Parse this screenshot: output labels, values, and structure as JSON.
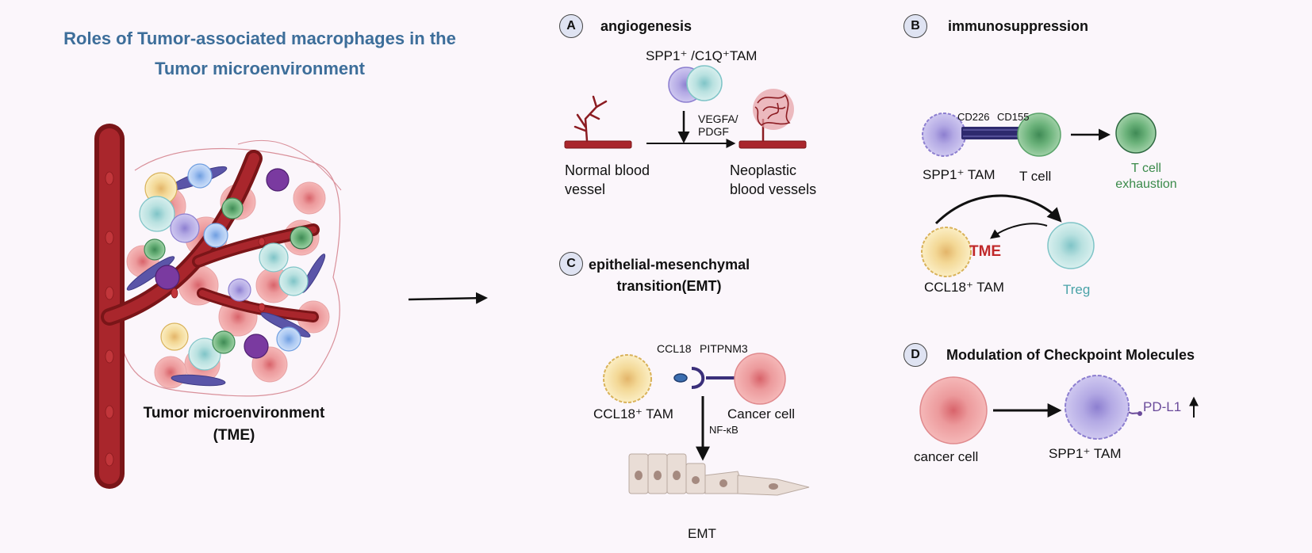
{
  "title_line1": "Roles of Tumor-associated macrophages in the",
  "title_line2": "Tumor microenvironment",
  "tme_label_line1": "Tumor microenvironment",
  "tme_label_line2": "(TME)",
  "panel_a": {
    "badge": "A",
    "header": "angiogenesis",
    "tam_label": "SPP1⁺ /C1Q⁺TAM",
    "factor_line1": "VEGFA/",
    "factor_line2": "PDGF",
    "normal_line1": "Normal blood",
    "normal_line2": "vessel",
    "neo_line1": "Neoplastic",
    "neo_line2": "blood vessels"
  },
  "panel_b": {
    "badge": "B",
    "header": "immunosuppression",
    "cd226": "CD226",
    "cd155": "CD155",
    "spp1_tam": "SPP1⁺ TAM",
    "tcell": "T cell",
    "exhaustion_line1": "T cell",
    "exhaustion_line2": "exhaustion",
    "tme": "TME",
    "ccl18_tam": "CCL18⁺ TAM",
    "treg": "Treg"
  },
  "panel_c": {
    "badge": "C",
    "header_line1": "epithelial-mesenchymal",
    "header_line2": "transition(EMT)",
    "ccl18": "CCL18",
    "pitpnm3": "PITPNM3",
    "ccl18_tam": "CCL18⁺ TAM",
    "cancer_cell": "Cancer cell",
    "nfkb": "NF-κB",
    "emt": "EMT"
  },
  "panel_d": {
    "badge": "D",
    "header": "Modulation of Checkpoint Molecules",
    "cancer_cell": "cancer cell",
    "spp1_tam": "SPP1⁺ TAM",
    "pdl1": "PD-L1"
  },
  "colors": {
    "title": "#3d6e9a",
    "vessel": "#8c1c22",
    "tme_red": "#c0282a",
    "exhaustion_green": "#3a8a4a",
    "treg_teal": "#4aa3a8",
    "pdl1_purple": "#6a4a9a"
  }
}
